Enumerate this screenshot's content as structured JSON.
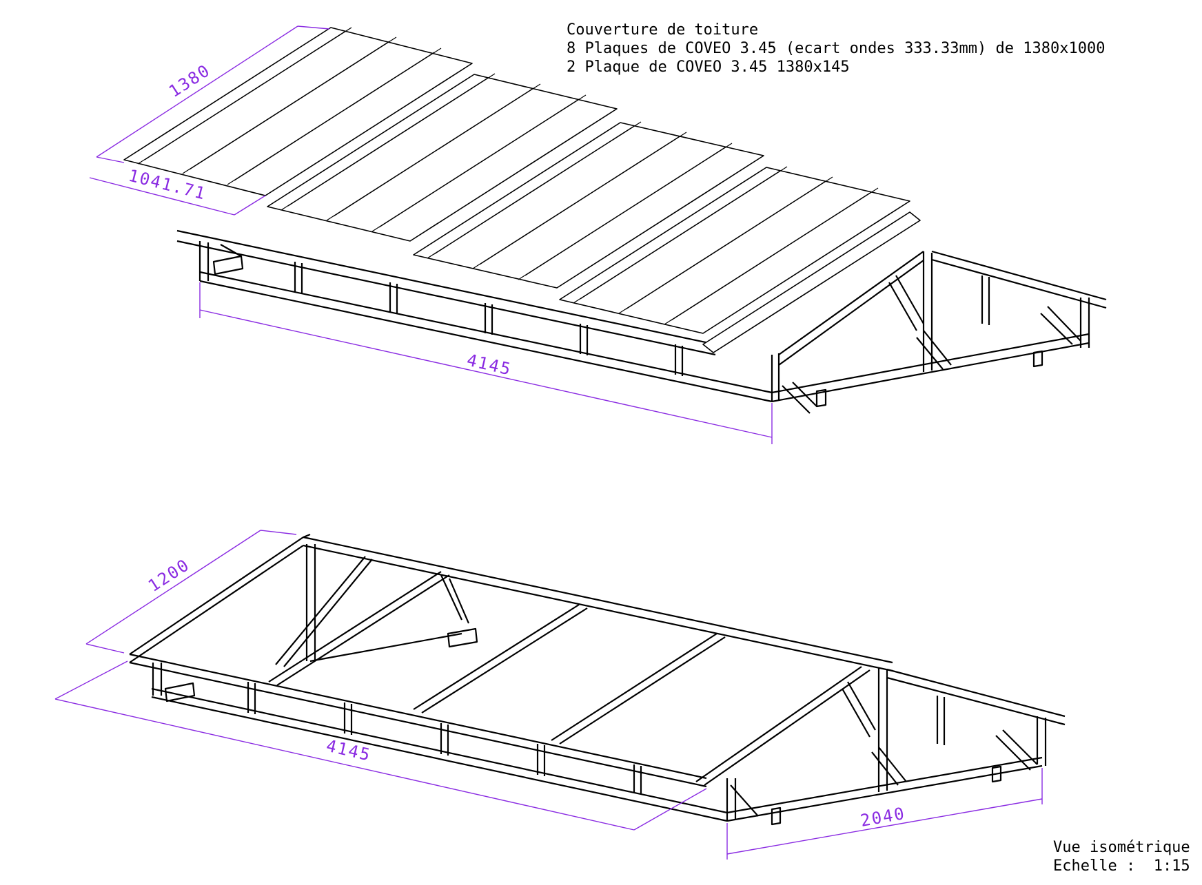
{
  "notes": {
    "title": "Couverture de toiture",
    "line1": "8 Plaques de COVEO 3.45 (ecart ondes 333.33mm) de 1380x1000",
    "line2": "2 Plaque de COVEO 3.45 1380x145"
  },
  "view": {
    "label": "Vue isométrique",
    "scale": "Echelle :  1:15"
  },
  "dimensions": {
    "top_sheet_length": "1380",
    "top_sheet_width": "1041.71",
    "top_length": "4145",
    "bottom_height": "1200",
    "bottom_length": "4145",
    "bottom_width": "2040"
  },
  "colors": {
    "dimension": "#8a2be2",
    "line": "#000000"
  }
}
